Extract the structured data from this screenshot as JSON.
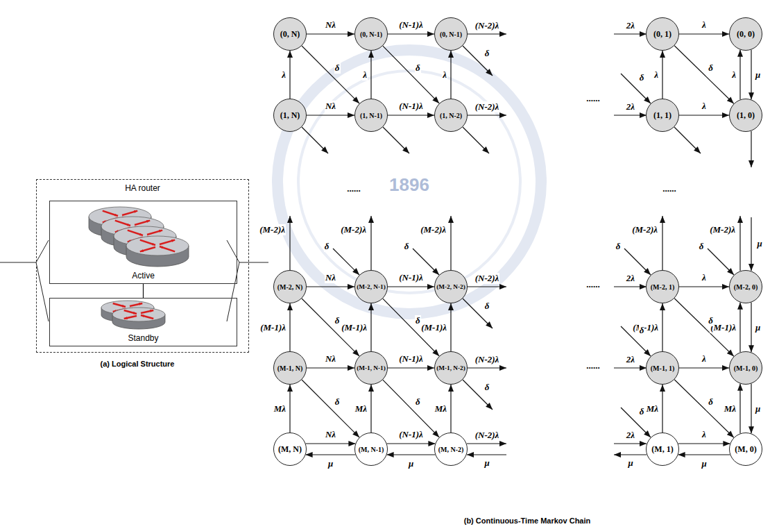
{
  "diagram": {
    "nodes": [
      {
        "text": [
          "HA router"
        ]
      },
      {
        "text": [
          "Active"
        ],
        "in": 0
      },
      {
        "text": [
          "Standby"
        ],
        "in": 0
      },
      {
        "text": [
          "(0, N)"
        ]
      },
      {
        "text": [
          "(0, N-1)"
        ]
      },
      {
        "text": [
          "(0, N-1)"
        ]
      },
      {
        "text": [
          "(0, 1)"
        ]
      },
      {
        "text": [
          "(0, 0)"
        ]
      },
      {
        "text": [
          "(1, N)"
        ]
      },
      {
        "text": [
          "(1, N-1)"
        ]
      },
      {
        "text": [
          "(1, N-2)"
        ]
      },
      {
        "text": [
          "(1, 1)"
        ]
      },
      {
        "text": [
          "(1, 0)"
        ]
      },
      {
        "text": [
          "(M-2, N)"
        ]
      },
      {
        "text": [
          "(M-2, N-1)"
        ]
      },
      {
        "text": [
          "(M-2, N-2)"
        ]
      },
      {
        "text": [
          "(M-2, 1)"
        ]
      },
      {
        "text": [
          "(M-2, 0)"
        ]
      },
      {
        "text": [
          "(M-1, N)"
        ]
      },
      {
        "text": [
          "(M-1, N-1)"
        ]
      },
      {
        "text": [
          "(M-1, N-2)"
        ]
      },
      {
        "text": [
          "(M-1, 1)"
        ]
      },
      {
        "text": [
          "(M-1, 0)"
        ]
      },
      {
        "text": [
          "(M, N)"
        ]
      },
      {
        "text": [
          "(M, N-1)"
        ]
      },
      {
        "text": [
          "(M, N-2)"
        ]
      },
      {
        "text": [
          "(M, 1)"
        ]
      },
      {
        "text": [
          "(M, 0)"
        ]
      }
    ],
    "edges": [
      {
        "from": 1,
        "to": 2,
        "arrow": "none"
      },
      {
        "from": 3,
        "to": 4,
        "label": "Nλ",
        "arrow": "to"
      },
      {
        "from": 4,
        "to": 5,
        "label": "(N-1)λ",
        "arrow": "to"
      },
      {
        "from": 6,
        "to": 7,
        "label": "λ",
        "arrow": "to"
      },
      {
        "from": 8,
        "to": 9,
        "label": "Nλ",
        "arrow": "to"
      },
      {
        "from": 9,
        "to": 10,
        "label": "(N-1)λ",
        "arrow": "to"
      },
      {
        "from": 11,
        "to": 12,
        "label": "λ",
        "arrow": "to"
      },
      {
        "from": 13,
        "to": 14,
        "label": "Nλ",
        "arrow": "to"
      },
      {
        "from": 14,
        "to": 15,
        "label": "(N-1)λ",
        "arrow": "to"
      },
      {
        "from": 16,
        "to": 17,
        "label": "λ",
        "arrow": "to"
      },
      {
        "from": 18,
        "to": 19,
        "label": "Nλ",
        "arrow": "to"
      },
      {
        "from": 19,
        "to": 20,
        "label": "(N-1)λ",
        "arrow": "to"
      },
      {
        "from": 21,
        "to": 22,
        "label": "λ",
        "arrow": "to"
      },
      {
        "from": 23,
        "to": 24,
        "label": "Nλ",
        "arrow": "to"
      },
      {
        "from": 24,
        "to": 25,
        "label": "(N-1)λ",
        "arrow": "to"
      },
      {
        "from": 26,
        "to": 27,
        "label": "λ",
        "arrow": "to"
      },
      {
        "from": 8,
        "to": 3,
        "label": "λ",
        "arrow": "to"
      },
      {
        "from": 9,
        "to": 4,
        "label": "λ",
        "arrow": "to"
      },
      {
        "from": 10,
        "to": 5,
        "label": "λ",
        "arrow": "to"
      },
      {
        "from": 11,
        "to": 6,
        "label": "λ",
        "arrow": "to"
      },
      {
        "from": 12,
        "to": 7,
        "label": "λ",
        "arrow": "to"
      },
      {
        "from": 18,
        "to": 13,
        "label": "(M-1)λ",
        "arrow": "to"
      },
      {
        "from": 19,
        "to": 14,
        "label": "(M-1)λ",
        "arrow": "to"
      },
      {
        "from": 20,
        "to": 15,
        "label": "(M-1)λ",
        "arrow": "to"
      },
      {
        "from": 21,
        "to": 16,
        "label": "(M-1)λ",
        "arrow": "to"
      },
      {
        "from": 22,
        "to": 17,
        "label": "(M-1)λ",
        "arrow": "to"
      },
      {
        "from": 23,
        "to": 18,
        "label": "Mλ",
        "arrow": "to"
      },
      {
        "from": 24,
        "to": 19,
        "label": "Mλ",
        "arrow": "to"
      },
      {
        "from": 25,
        "to": 20,
        "label": "Mλ",
        "arrow": "to"
      },
      {
        "from": 26,
        "to": 21,
        "label": "Mλ",
        "arrow": "to"
      },
      {
        "from": 27,
        "to": 22,
        "label": "Mλ",
        "arrow": "to"
      },
      {
        "from": 7,
        "to": 12,
        "label": "μ",
        "arrow": "to"
      },
      {
        "from": 17,
        "to": 22,
        "label": "μ",
        "arrow": "to"
      },
      {
        "from": 22,
        "to": 27,
        "label": "μ",
        "arrow": "to"
      },
      {
        "from": 24,
        "to": 23,
        "label": "μ",
        "arrow": "to"
      },
      {
        "from": 25,
        "to": 24,
        "label": "μ",
        "arrow": "to"
      },
      {
        "from": 27,
        "to": 26,
        "label": "μ",
        "arrow": "to"
      },
      {
        "from": 3,
        "to": 9,
        "label": "δ",
        "arrow": "to"
      },
      {
        "from": 4,
        "to": 10,
        "label": "δ",
        "arrow": "to"
      },
      {
        "from": 6,
        "to": 12,
        "label": "δ",
        "arrow": "to"
      },
      {
        "from": 13,
        "to": 19,
        "label": "δ",
        "arrow": "to"
      },
      {
        "from": 14,
        "to": 20,
        "label": "δ",
        "arrow": "to"
      },
      {
        "from": 16,
        "to": 22,
        "label": "δ",
        "arrow": "to"
      },
      {
        "from": 18,
        "to": 24,
        "label": "δ",
        "arrow": "to"
      },
      {
        "from": 19,
        "to": 25,
        "label": "δ",
        "arrow": "to"
      },
      {
        "from": 21,
        "to": 27,
        "label": "δ",
        "arrow": "to"
      }
    ],
    "labels": [
      "(a) Logical Structure",
      "(b) Continuous-Time Markov Chain",
      "1896",
      "......",
      "......",
      "......",
      "......",
      "......",
      "(N-2)λ",
      "2λ",
      "(N-2)λ",
      "2λ",
      "(N-2)λ",
      "2λ",
      "(N-2)λ",
      "2λ",
      "(N-2)λ",
      "2λ",
      "μ",
      "μ",
      "δ",
      "δ",
      "δ",
      "δ",
      "δ",
      "δ",
      "δ",
      "δ",
      "δ",
      "δ",
      "(M-2)λ",
      "(M-2)λ",
      "(M-2)λ",
      "(M-2)λ",
      "(M-2)λ",
      "μ"
    ]
  }
}
